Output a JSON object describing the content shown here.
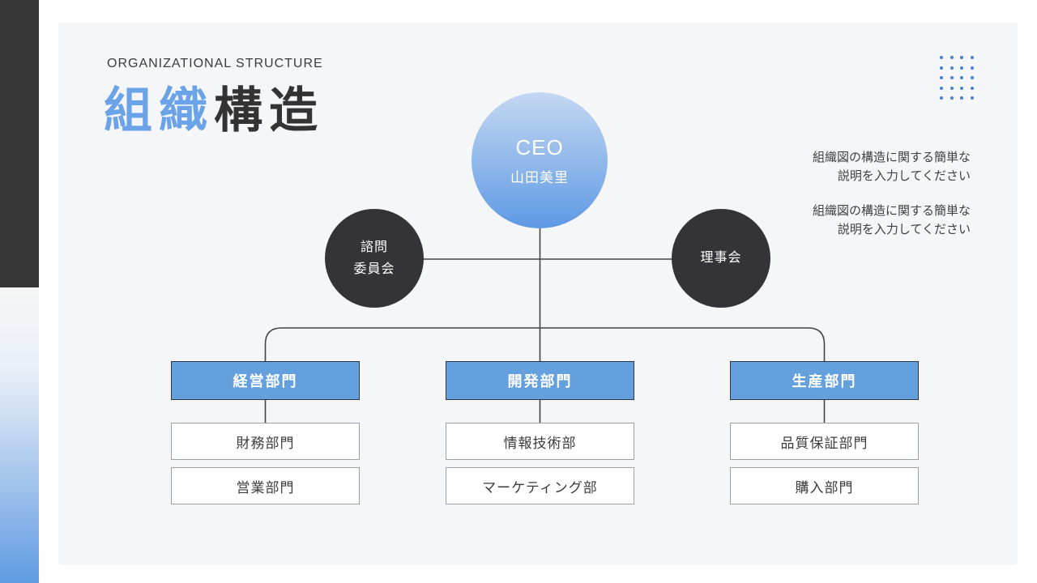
{
  "colors": {
    "slide_bg": "#f5f6f8",
    "strip_dark": "#373737",
    "title_blue": "#6ba3e8",
    "dept_blue": "#64a0dd",
    "dark_circle": "#343438",
    "line": "#43434a",
    "dots_blue": "#4c7fd1",
    "ceo_gradient_top": "#c4d8f2",
    "ceo_gradient_bottom": "#5e99e4"
  },
  "header": {
    "eyebrow": "ORGANIZATIONAL STRUCTURE",
    "title_accent": "組織",
    "title_rest": "構造"
  },
  "notes": [
    {
      "line1": "組織図の構造に関する簡単な",
      "line2": "説明を入力してください"
    },
    {
      "line1": "組織図の構造に関する簡単な",
      "line2": "説明を入力してください"
    }
  ],
  "org": {
    "ceo": {
      "title": "CEO",
      "name": "山田美里"
    },
    "advisory": {
      "line1": "諮問",
      "line2": "委員会"
    },
    "board": {
      "label": "理事会"
    },
    "departments": [
      {
        "label": "経営部門",
        "children": [
          "財務部門",
          "営業部門"
        ]
      },
      {
        "label": "開発部門",
        "children": [
          "情報技術部",
          "マーケティング部"
        ]
      },
      {
        "label": "生産部門",
        "children": [
          "品質保証部門",
          "購入部門"
        ]
      }
    ]
  }
}
